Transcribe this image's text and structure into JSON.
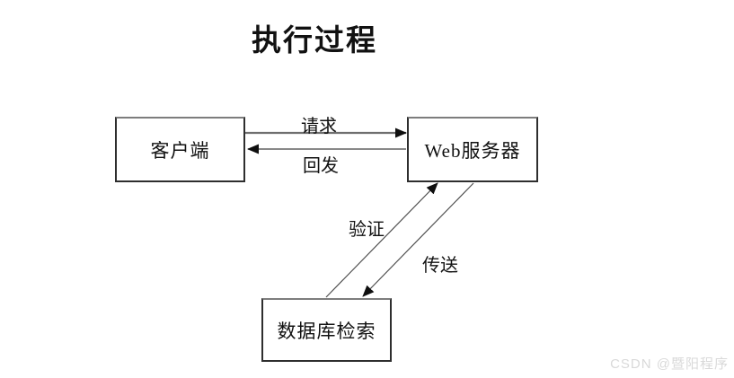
{
  "title": "执行过程",
  "diagram": {
    "type": "flow",
    "nodes": [
      {
        "id": "client",
        "label": "客户端"
      },
      {
        "id": "web-server",
        "label": "Web服务器"
      },
      {
        "id": "database",
        "label": "数据库检索"
      }
    ],
    "edges": [
      {
        "id": "request",
        "label": "请求",
        "from": "client",
        "to": "web-server",
        "direction": "right"
      },
      {
        "id": "postback",
        "label": "回发",
        "from": "web-server",
        "to": "client",
        "direction": "left"
      },
      {
        "id": "verify",
        "label": "验证",
        "from": "database",
        "to": "web-server",
        "direction": "up-right"
      },
      {
        "id": "transfer",
        "label": "传送",
        "from": "web-server",
        "to": "database",
        "direction": "down-left"
      }
    ]
  },
  "watermark": "CSDN @暨阳程序",
  "colors": {
    "bg": "#ffffff",
    "border": "#2e2e2e",
    "text": "#111111",
    "line": "#6f6f6f",
    "thinline": "#4f4f4f",
    "arrowhead": "#0f0f0f",
    "watermark": "#d9d9d9"
  }
}
